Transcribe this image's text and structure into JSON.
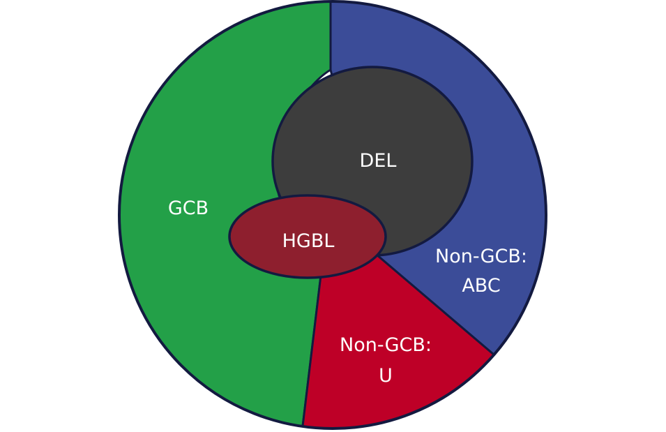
{
  "diagram": {
    "regions": {
      "gcb": {
        "label": "GCB",
        "color": "#23a048"
      },
      "abc": {
        "label_line1": "Non-GCB:",
        "label_line2": "ABC",
        "color": "#3b4c98"
      },
      "u": {
        "label_line1": "Non-GCB:",
        "label_line2": "U",
        "color": "#be0027"
      },
      "del": {
        "label": "DEL",
        "color": "#3d3d3d"
      },
      "hgbl": {
        "label": "HGBL",
        "color": "#8e1f2e"
      }
    },
    "outline_color": "#131a40"
  }
}
